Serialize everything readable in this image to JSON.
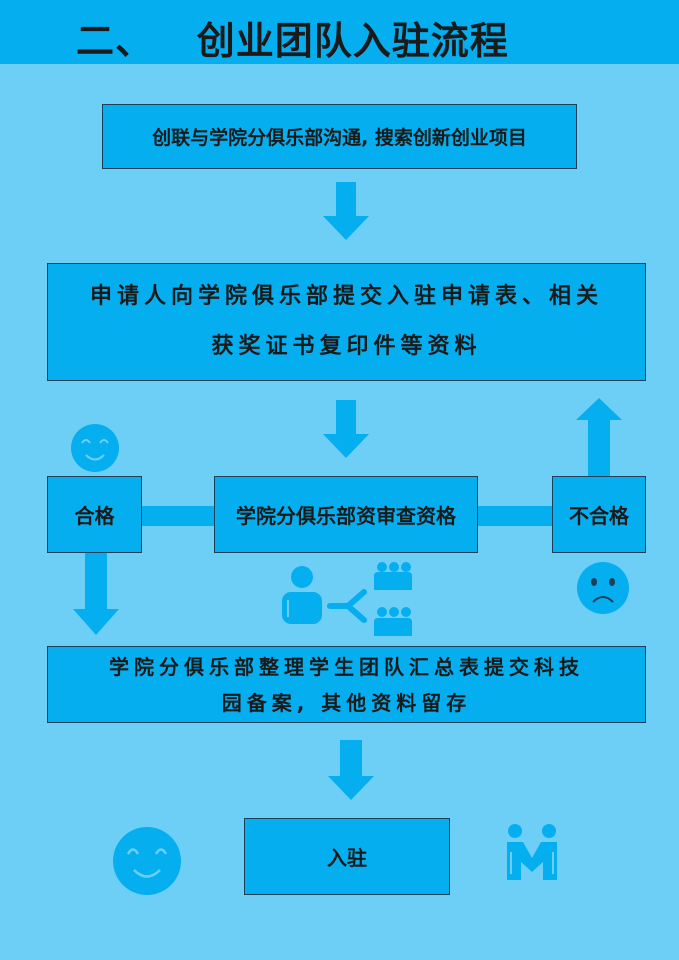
{
  "header": {
    "title": "二、   创业团队入驻流程"
  },
  "steps": {
    "step1": "创联与学院分俱乐部沟通, 搜索创新创业项目",
    "step2": {
      "line1": "申请人向学院俱乐部提交入驻申请表、相关",
      "line2": "获奖证书复印件等资料"
    },
    "review": {
      "pass": "合格",
      "check": "学院分俱乐部资审查资格",
      "fail": "不合格"
    },
    "step3": {
      "line1": "学院分俱乐部整理学生团队汇总表提交科技",
      "line2": "园备案, 其他资料留存"
    },
    "final": "入驻"
  },
  "colors": {
    "background": "#6dcff6",
    "accent": "#05aeef",
    "border": "#1f3e57"
  },
  "icons": [
    "smiley-face-icon",
    "sad-face-icon",
    "person-share-icon",
    "handshake-people-icon",
    "arrow-down-icon",
    "arrow-up-icon"
  ]
}
